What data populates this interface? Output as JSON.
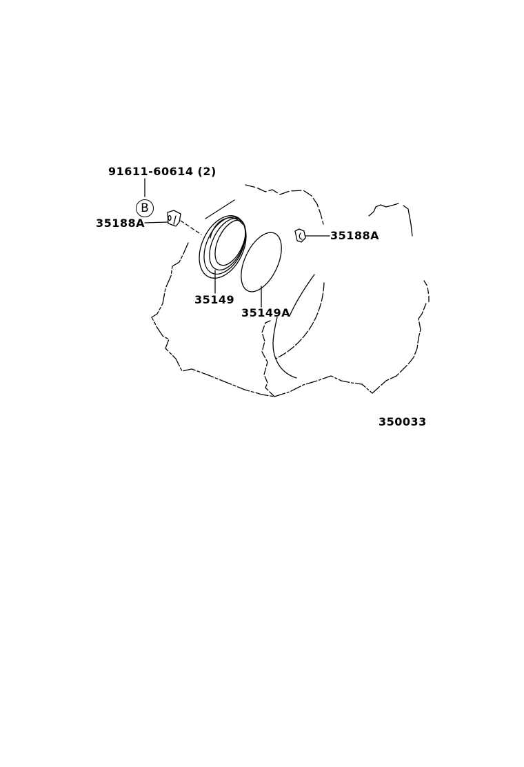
{
  "diagram": {
    "type": "exploded-parts-illustration",
    "figure_number": "350033",
    "bolt_callout": {
      "part_number": "91611-60614",
      "quantity": "(2)",
      "reference_letter": "B"
    },
    "parts": [
      {
        "id": "35188A",
        "label": "35188A",
        "description": "clip (left)",
        "position": "left"
      },
      {
        "id": "35149",
        "label": "35149",
        "description": "oil seal"
      },
      {
        "id": "35149A",
        "label": "35149A",
        "description": "O-ring"
      },
      {
        "id": "35188A-right",
        "label": "35188A",
        "description": "clip (right)",
        "position": "right"
      }
    ],
    "colors": {
      "line": "#000000",
      "background": "#ffffff"
    }
  }
}
